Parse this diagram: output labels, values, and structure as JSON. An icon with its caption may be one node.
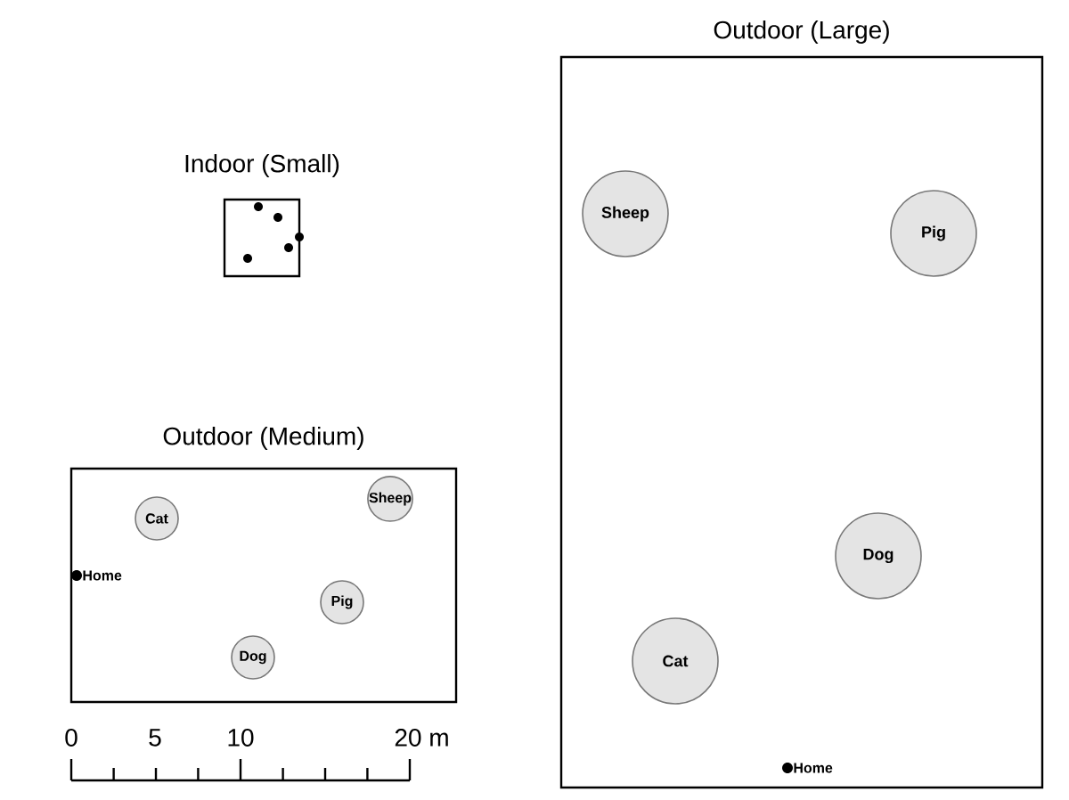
{
  "diagram": {
    "nodes": [
      {
        "text": [
          "Indoor (Small)"
        ]
      },
      {
        "text": [],
        "shape": "circle",
        "in": 0
      },
      {
        "text": [],
        "shape": "circle",
        "in": 0
      },
      {
        "text": [],
        "shape": "circle",
        "in": 0
      },
      {
        "text": [],
        "shape": "circle",
        "in": 0
      },
      {
        "text": [],
        "shape": "circle",
        "in": 0
      },
      {
        "text": [
          "Outdoor (Medium)"
        ]
      },
      {
        "text": [
          "Cat"
        ],
        "in": 6
      },
      {
        "text": [
          "Sheep"
        ],
        "in": 6
      },
      {
        "text": [
          "Home"
        ],
        "in": 6
      },
      {
        "text": [
          "Pig"
        ],
        "in": 6
      },
      {
        "text": [
          "Dog"
        ],
        "in": 6
      },
      {
        "text": [
          "Outdoor (Large)"
        ]
      },
      {
        "text": [
          "Sheep"
        ],
        "in": 12
      },
      {
        "text": [
          "Pig"
        ],
        "in": 12
      },
      {
        "text": [
          "Dog"
        ],
        "in": 12
      },
      {
        "text": [
          "Cat"
        ],
        "in": 12
      },
      {
        "text": [
          "Home"
        ],
        "in": 12
      }
    ],
    "labels": [
      "0",
      "5",
      "10",
      "20 m"
    ]
  }
}
